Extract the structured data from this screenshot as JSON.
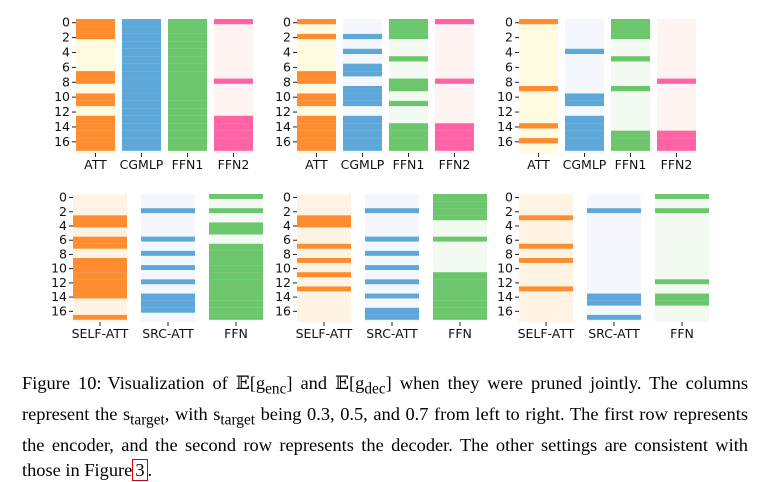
{
  "colors": {
    "ATT": "#ff8c2e",
    "ATT_bg": "#fffbe0",
    "CGMLP": "#5da8d8",
    "CGMLP_bg": "#f4f8fe",
    "FFN1": "#6cc66c",
    "FFN1_bg": "#f3faf1",
    "FFN2": "#ff63a6",
    "FFN2_bg": "#fff4f2",
    "SELF": "#ff8c2e",
    "SELF_bg": "#fff3e4",
    "SRC": "#5da8d8",
    "SRC_bg": "#f4f8fe",
    "FFN": "#6cc66c",
    "FFN_bg": "#f3faf1"
  },
  "chart_data": [
    {
      "type": "heatmap",
      "row": "encoder",
      "s_target": 0.3,
      "y_ticks": [
        "0",
        "2",
        "4",
        "6",
        "8",
        "10",
        "12",
        "14",
        "16"
      ],
      "columns": [
        {
          "key": "ATT",
          "label": "ATT",
          "active": [
            0,
            1,
            2,
            7,
            8,
            10,
            11,
            13,
            14,
            15,
            16,
            17
          ]
        },
        {
          "key": "CGMLP",
          "label": "CGMLP",
          "active": [
            0,
            1,
            2,
            3,
            4,
            5,
            6,
            7,
            8,
            9,
            10,
            11,
            12,
            13,
            14,
            15,
            16,
            17
          ]
        },
        {
          "key": "FFN1",
          "label": "FFN1",
          "active": [
            0,
            1,
            2,
            3,
            4,
            5,
            6,
            7,
            8,
            9,
            10,
            11,
            12,
            13,
            14,
            15,
            16,
            17
          ]
        },
        {
          "key": "FFN2",
          "label": "FFN2",
          "active": [
            0,
            8,
            13,
            14,
            15,
            16,
            17
          ]
        }
      ]
    },
    {
      "type": "heatmap",
      "row": "encoder",
      "s_target": 0.5,
      "y_ticks": [
        "0",
        "2",
        "4",
        "6",
        "8",
        "10",
        "12",
        "14",
        "16"
      ],
      "columns": [
        {
          "key": "ATT",
          "label": "ATT",
          "active": [
            0,
            2,
            7,
            8,
            10,
            11,
            13,
            14,
            15,
            16,
            17
          ]
        },
        {
          "key": "CGMLP",
          "label": "CGMLP",
          "active": [
            2,
            4,
            6,
            7,
            9,
            10,
            11,
            13,
            14,
            15,
            16,
            17
          ]
        },
        {
          "key": "FFN1",
          "label": "FFN1",
          "active": [
            0,
            1,
            2,
            5,
            8,
            9,
            11,
            14,
            15,
            16,
            17
          ]
        },
        {
          "key": "FFN2",
          "label": "FFN2",
          "active": [
            0,
            8,
            14,
            15,
            16,
            17
          ]
        }
      ]
    },
    {
      "type": "heatmap",
      "row": "encoder",
      "s_target": 0.7,
      "y_ticks": [
        "0",
        "2",
        "4",
        "6",
        "8",
        "10",
        "12",
        "14",
        "16"
      ],
      "columns": [
        {
          "key": "ATT",
          "label": "ATT",
          "active": [
            0,
            9,
            14,
            16
          ]
        },
        {
          "key": "CGMLP",
          "label": "CGMLP",
          "active": [
            4,
            10,
            11,
            13,
            14,
            15,
            16,
            17
          ]
        },
        {
          "key": "FFN1",
          "label": "FFN1",
          "active": [
            0,
            1,
            2,
            5,
            9,
            15,
            16,
            17
          ]
        },
        {
          "key": "FFN2",
          "label": "FFN2",
          "active": [
            8,
            15,
            16,
            17
          ]
        }
      ]
    },
    {
      "type": "heatmap",
      "row": "decoder",
      "s_target": 0.3,
      "y_ticks": [
        "0",
        "2",
        "4",
        "6",
        "8",
        "10",
        "12",
        "14",
        "16"
      ],
      "columns": [
        {
          "key": "SELF",
          "label": "SELF-ATT",
          "active": [
            3,
            4,
            6,
            7,
            9,
            10,
            11,
            12,
            13,
            14,
            17
          ]
        },
        {
          "key": "SRC",
          "label": "SRC-ATT",
          "active": [
            2,
            6,
            8,
            10,
            12,
            14,
            15,
            16
          ]
        },
        {
          "key": "FFN",
          "label": "FFN",
          "active": [
            0,
            2,
            4,
            5,
            7,
            8,
            9,
            10,
            11,
            12,
            13,
            14,
            15,
            16,
            17
          ]
        }
      ]
    },
    {
      "type": "heatmap",
      "row": "decoder",
      "s_target": 0.5,
      "y_ticks": [
        "0",
        "2",
        "4",
        "6",
        "8",
        "10",
        "12",
        "14",
        "16"
      ],
      "columns": [
        {
          "key": "SELF",
          "label": "SELF-ATT",
          "active": [
            3,
            4,
            7,
            9,
            11,
            13
          ]
        },
        {
          "key": "SRC",
          "label": "SRC-ATT",
          "active": [
            2,
            6,
            8,
            10,
            12,
            14,
            16,
            17
          ]
        },
        {
          "key": "FFN",
          "label": "FFN",
          "active": [
            0,
            1,
            2,
            3,
            6,
            11,
            12,
            13,
            14,
            15,
            16,
            17
          ]
        }
      ]
    },
    {
      "type": "heatmap",
      "row": "decoder",
      "s_target": 0.7,
      "y_ticks": [
        "0",
        "2",
        "4",
        "6",
        "8",
        "10",
        "12",
        "14",
        "16"
      ],
      "columns": [
        {
          "key": "SELF",
          "label": "SELF-ATT",
          "active": [
            3,
            7,
            9,
            13
          ]
        },
        {
          "key": "SRC",
          "label": "SRC-ATT",
          "active": [
            2,
            14,
            15,
            17
          ]
        },
        {
          "key": "FFN",
          "label": "FFN",
          "active": [
            0,
            2,
            12,
            14,
            15
          ]
        }
      ]
    }
  ],
  "caption": {
    "label": "Figure 10:",
    "part1": "Visualization of 𝔼[g",
    "sub1": "enc",
    "part2": "] and 𝔼[g",
    "sub2": "dec",
    "part3": "] when they were pruned jointly. The columns represent the s",
    "sub3": "target",
    "part4": ", with s",
    "sub4": "target",
    "part5": " being 0.3, 0.5, and 0.7 from left to right. The first row represents the encoder, and the second row represents the decoder. The other settings are consistent with those in Figure",
    "figure_ref": "3",
    "end": "."
  }
}
